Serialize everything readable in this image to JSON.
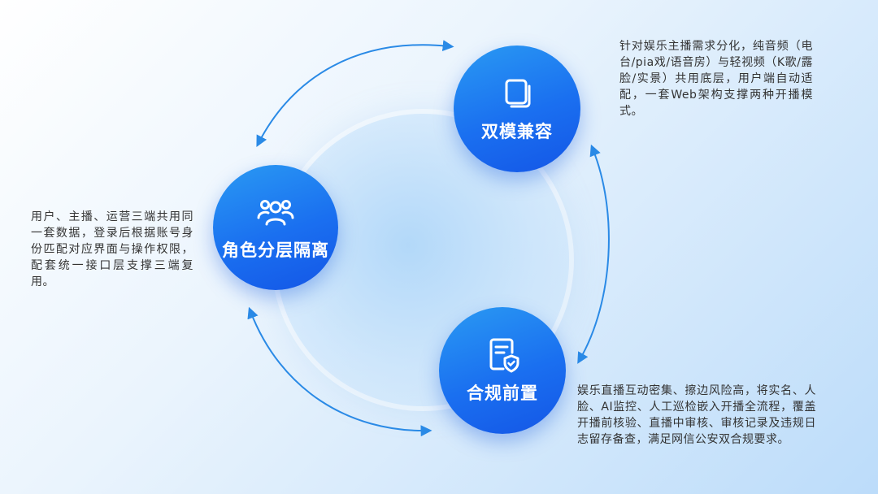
{
  "nodes": {
    "dual_mode": {
      "label": "双模兼容",
      "icon": "stacked-cards-icon",
      "desc": "针对娱乐主播需求分化，纯音频（电台/pia戏/语音房）与轻视频（K歌/露脸/实景）共用底层，用户端自动适配，一套Web架构支撑两种开播模式。"
    },
    "role_layer": {
      "label": "角色分层隔离",
      "icon": "users-group-icon",
      "desc": "用户、主播、运营三端共用同一套数据，登录后根据账号身份匹配对应界面与操作权限，配套统一接口层支撑三端复用。"
    },
    "compliance": {
      "label": "合规前置",
      "icon": "document-shield-icon",
      "desc": "娱乐直播互动密集、擦边风险高，将实名、人脸、AI监控、人工巡检嵌入开播全流程，覆盖开播前核验、直播中审核、审核记录及违规日志留存备查，满足网信公安双合规要求。"
    }
  },
  "colors": {
    "accent": "#1a6ff0",
    "arrow": "#2a8ae6"
  }
}
